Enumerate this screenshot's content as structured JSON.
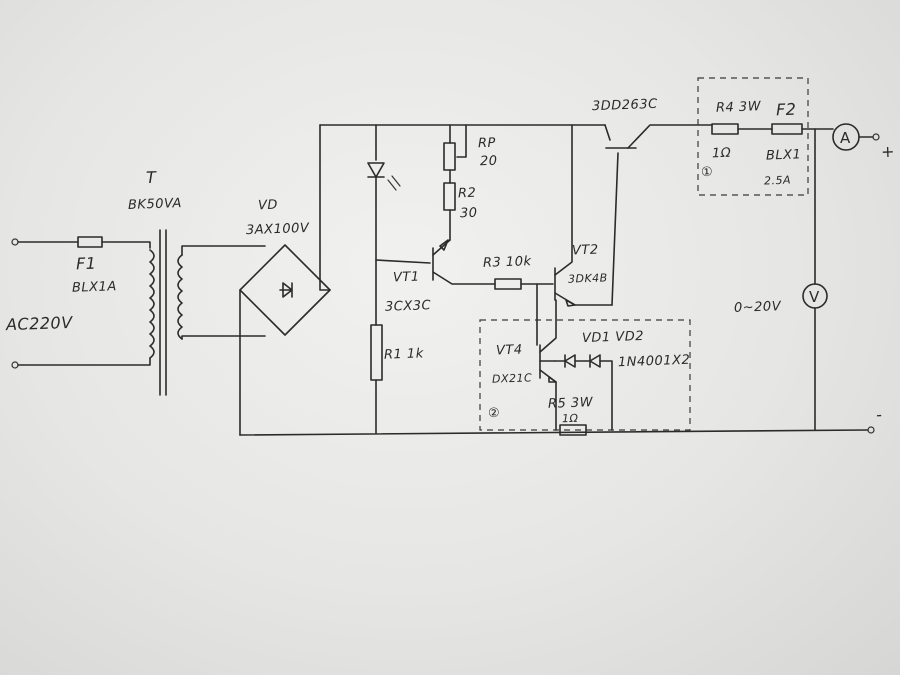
{
  "labels": {
    "transformer": "T",
    "transformer_rating": "BK50VA",
    "fuse1": "F1",
    "fuse1_type": "BLX1A",
    "ac_input": "AC220V",
    "bridge": "VD",
    "bridge_type": "3AX100V",
    "rp": "RP",
    "rp_value": "20",
    "r2": "R2",
    "r2_value": "30",
    "vt1": "VT1",
    "vt1_type": "3CX3C",
    "r1": "R1 1k",
    "r3": "R3 10k",
    "vt2": "VT2",
    "vt2_type": "3DK4B",
    "pass_transistor": "3DD263C",
    "r4": "R4 3W",
    "r4_value": "1Ω",
    "fuse2": "F2",
    "fuse2_type": "BLX1",
    "fuse2_rating": "2.5A",
    "block1": "①",
    "vd_diodes": "VD1 VD2",
    "diode_type": "1N4001X2",
    "vt4": "VT4",
    "vt4_type": "DX21C",
    "r5": "R5 3W",
    "r5_value": "1Ω",
    "block2": "②",
    "voltmeter_range": "0~20V",
    "plus": "+",
    "minus": "-"
  },
  "meters": {
    "ammeter": "A",
    "voltmeter": "V"
  },
  "colors": {
    "ink": "#2b2b2b",
    "paper": "#e9e9e7"
  }
}
